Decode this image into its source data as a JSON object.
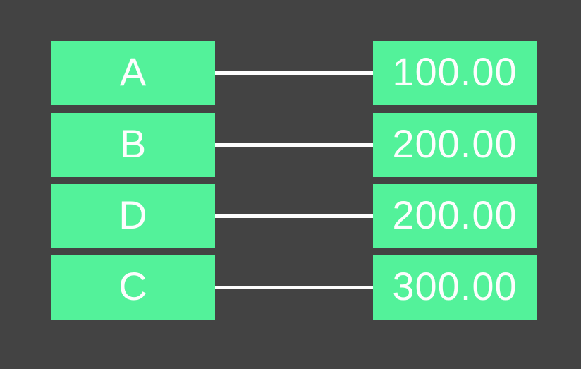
{
  "diagram": {
    "description": "matching-pairs diagram of labels connected to values",
    "colors": {
      "background": "#434343",
      "box_fill": "#53f29a",
      "connector": "#fdfdfd",
      "text": "#fdfdfd"
    }
  },
  "pairs": [
    {
      "label": "A",
      "value": "100.00"
    },
    {
      "label": "B",
      "value": "200.00"
    },
    {
      "label": "D",
      "value": "200.00"
    },
    {
      "label": "C",
      "value": "300.00"
    }
  ]
}
